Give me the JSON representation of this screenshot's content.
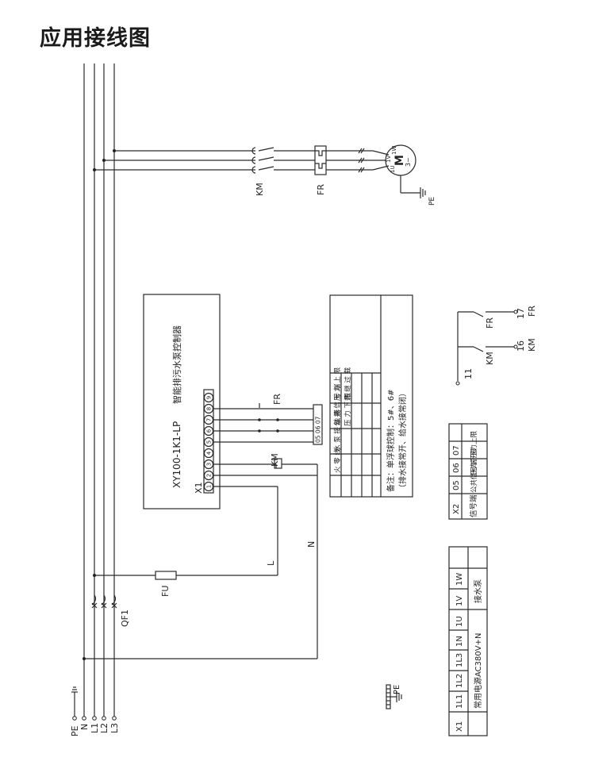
{
  "title": "应用接线图",
  "buses": [
    "PE",
    "N",
    "L1",
    "L2",
    "L3"
  ],
  "labels": {
    "km": "KM",
    "fr": "FR",
    "pe": "PE",
    "qf1": "QF1",
    "fu": "FU",
    "l": "L",
    "n": "N",
    "x1": "X1",
    "motor_m": "M",
    "motor_phase": "3~",
    "motor_u": "1U",
    "motor_v": "1V",
    "motor_w": "1W"
  },
  "controller": {
    "model": "XY100-1K1-LP",
    "name": "智能排污水泵控制器",
    "terminals": [
      "1",
      "2",
      "3",
      "4",
      "5",
      "6",
      "7",
      "8",
      "9"
    ],
    "x2_terms": "05 06 07"
  },
  "func_table": {
    "row1": "压 力 上 限",
    "row2": "公 共 信 号 端",
    "row3": "压 力 下 限",
    "row4": "水 泵 接 触 器",
    "row5": "火 零 线",
    "row6": "热 继 过 载",
    "note_main": "备注：单浮球控制：5#、6#",
    "note_sub": "（排水接常开、给水接常闭）"
  },
  "x2_table": {
    "head": [
      "X2",
      "05",
      "06",
      "07"
    ],
    "body": [
      "信号端",
      "公共信号端",
      "压力下限",
      "压力上限"
    ]
  },
  "ext_ctrl": {
    "t11": "11",
    "t16": "16",
    "t17": "17",
    "km": "KM",
    "fr": "FR"
  },
  "x1_table": {
    "head": [
      "X1",
      "1L1",
      "1L2",
      "1L3",
      "1N",
      "1U",
      "1V",
      "1W"
    ],
    "power": "常用电源AC380V+N",
    "pump": "接水泵"
  }
}
